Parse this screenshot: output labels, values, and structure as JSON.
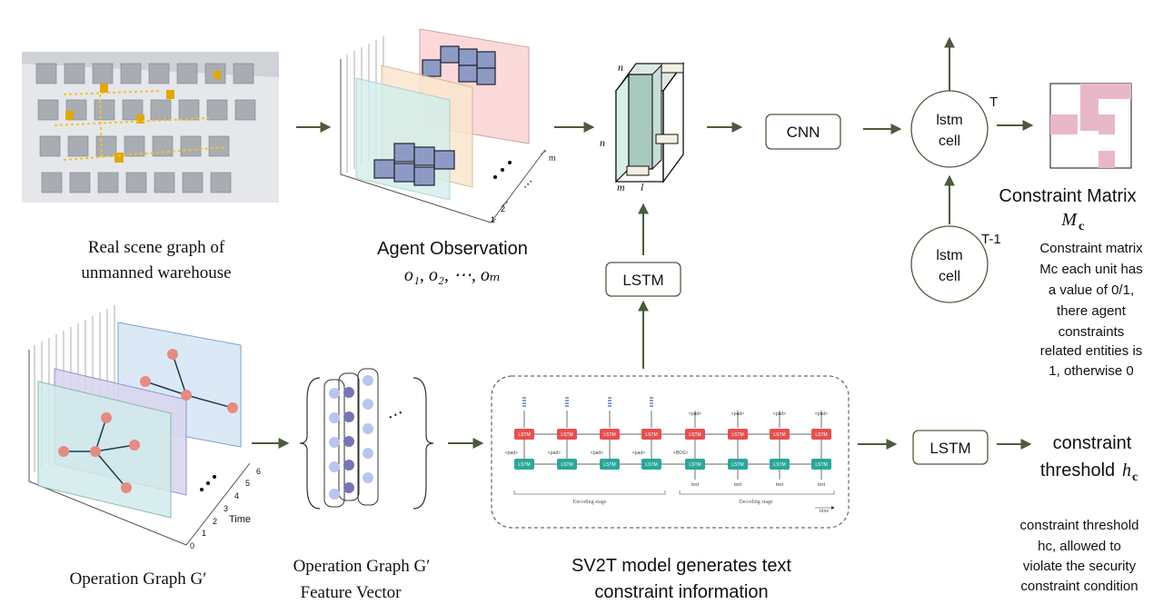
{
  "warehouse": {
    "caption_line1": "Real scene graph of",
    "caption_line2": "unmanned warehouse"
  },
  "agent_observation": {
    "caption_title": "Agent Observation",
    "caption_vars": "o₁, o₂, ⋯, oₘ",
    "axis_ticks": [
      "1",
      "2",
      "m"
    ],
    "ellipsis": "⋯"
  },
  "feature_cube": {
    "label_top": "n",
    "label_left": "n",
    "label_bottom_m": "m",
    "label_bottom_l": "l"
  },
  "boxes": {
    "cnn": "CNN",
    "lstm_middle": "LSTM",
    "lstm_right": "LSTM"
  },
  "lstm_cells": {
    "top_line1": "lstm",
    "top_line2": "cell",
    "top_time": "T",
    "bottom_line1": "lstm",
    "bottom_line2": "cell",
    "bottom_time": "T-1"
  },
  "constraint_matrix": {
    "title": "Constraint Matrix",
    "symbol": "M",
    "symbol_sub": "c",
    "pink_color": "#e9b8c6",
    "description": [
      "Constraint matrix",
      "Mc each unit has",
      "a value of 0/1,",
      "there agent",
      "constraints",
      "related entities is",
      "1, otherwise 0"
    ]
  },
  "threshold": {
    "title_line1": "constraint",
    "title_line2": "threshold",
    "symbol": "h",
    "symbol_sub": "c",
    "description": [
      "constraint threshold",
      "hc,   allowed to",
      "violate the security",
      "constraint condition"
    ]
  },
  "operation_graph": {
    "caption": "Operation Graph G′",
    "time_ticks": [
      "0",
      "1",
      "2",
      "3",
      "4",
      "5",
      "6"
    ],
    "time_label": "Time"
  },
  "feature_vector": {
    "caption_line1": "Operation Graph G′",
    "caption_line2": "Feature Vector",
    "ellipsis": "⋯"
  },
  "sv2t": {
    "caption_line1": "SV2T model generates text",
    "caption_line2": "constraint information",
    "cell_label": "LSTM",
    "encoding_label": "Encoding stage",
    "decoding_label": "Decoding stage",
    "time_label": "time",
    "pad": "<pad>",
    "bos": "<BOS>",
    "text": "text"
  }
}
